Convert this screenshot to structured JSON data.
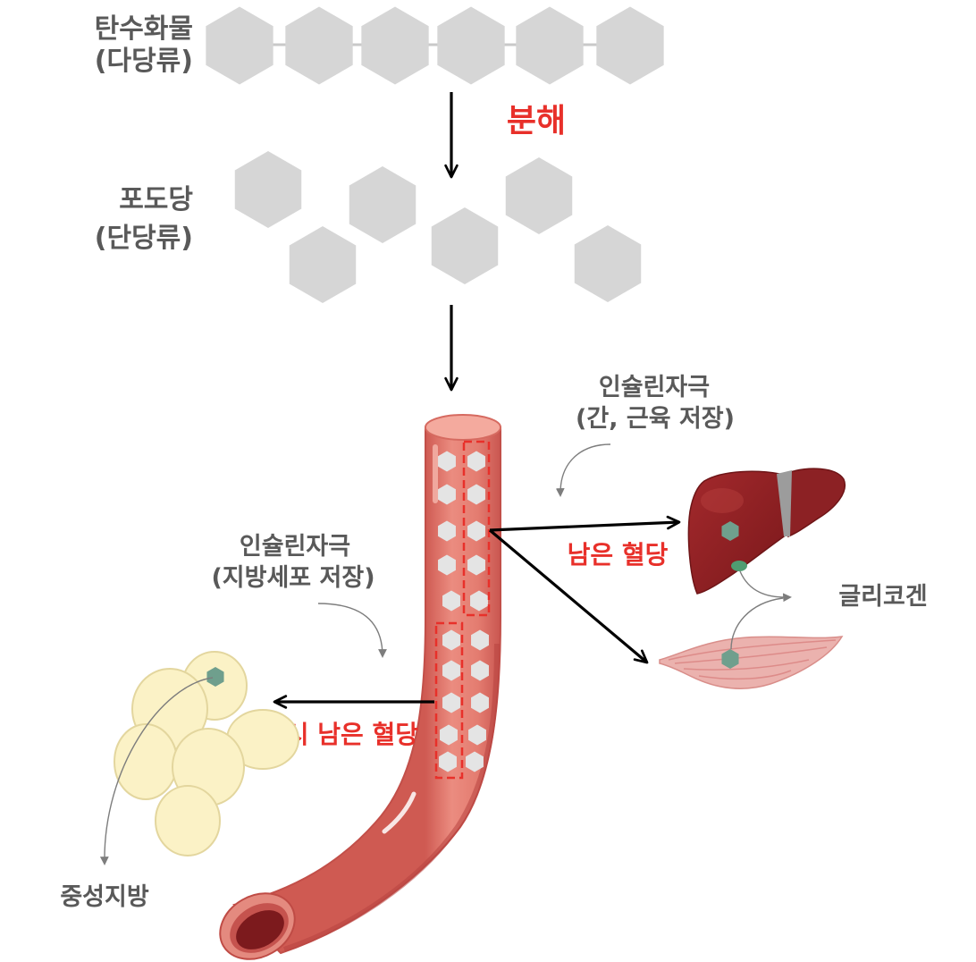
{
  "carbohydrate": {
    "name": "탄수화물",
    "kind": "(다당류)"
  },
  "breakdown": "분해",
  "glucose": {
    "name": "포도당",
    "kind": "(단당류)"
  },
  "liver_muscle_storage": {
    "trigger": "인슐린자극",
    "detail": "(간, 근육 저장)"
  },
  "remaining_blood_sugar": "남은 혈당",
  "glycogen": "글리코겐",
  "fat_cell_storage": {
    "trigger": "인슐린자극",
    "detail": "(지방세포 저장)"
  },
  "remaining_blood_sugar_again": "다시 남은 혈당",
  "triglyceride": "중성지방",
  "colors": {
    "accent_red": "#e8302a",
    "label_gray": "#595959",
    "hexagon_gray": "#d6d6d6",
    "vessel_hexagon_gray": "#e4e4e4",
    "glucose_green": "#6f9f8d",
    "vessel_red": "#df7569"
  }
}
